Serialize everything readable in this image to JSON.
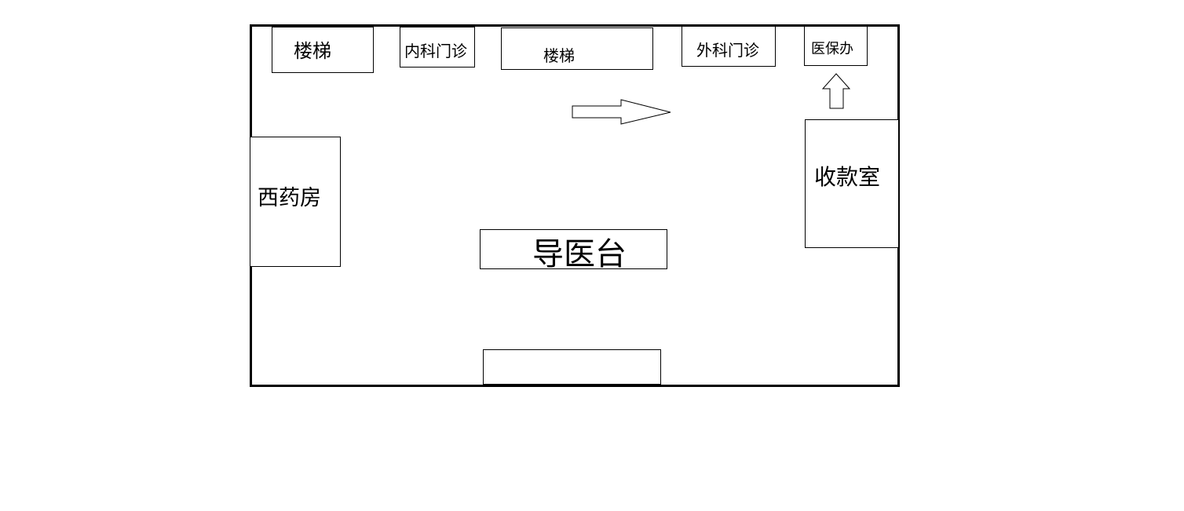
{
  "diagram": {
    "rooms": {
      "stairs_left": "楼梯",
      "internal_medicine": "内科门诊",
      "stairs_center": "楼梯",
      "surgery": "外科门诊",
      "medical_insurance": "医保办",
      "pharmacy": "西药房",
      "cashier": "收款室",
      "guide_desk": "导医台",
      "entrance": ""
    },
    "colors": {
      "line": "#000000",
      "background": "#ffffff"
    },
    "arrows": [
      {
        "name": "right-arrow",
        "direction": "right"
      },
      {
        "name": "up-arrow",
        "direction": "up"
      }
    ]
  }
}
